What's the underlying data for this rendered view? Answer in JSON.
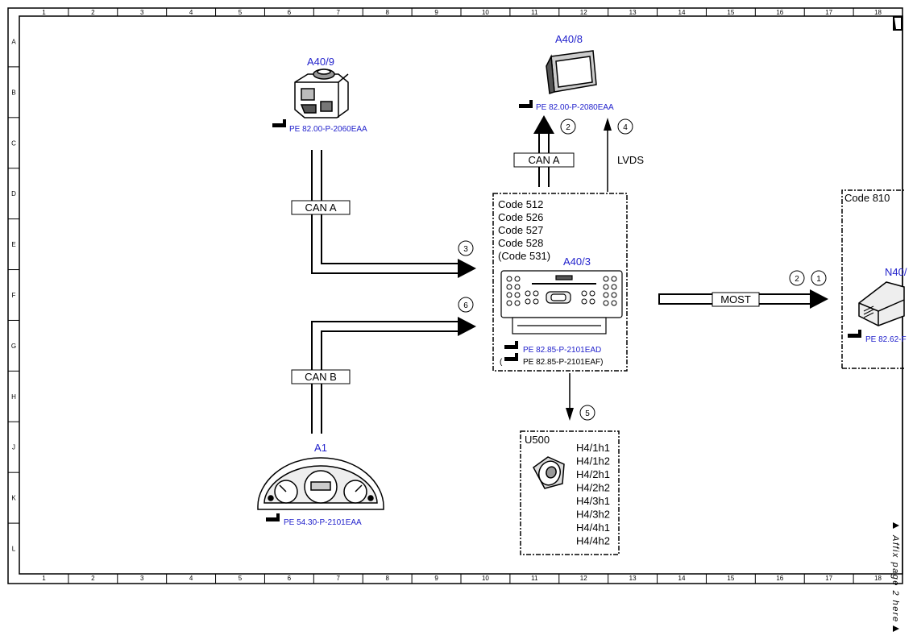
{
  "ruler": {
    "columns": [
      "1",
      "2",
      "3",
      "4",
      "5",
      "6",
      "7",
      "8",
      "9",
      "10",
      "11",
      "12",
      "13",
      "14",
      "15",
      "16",
      "17",
      "18"
    ],
    "rows": [
      "A",
      "B",
      "C",
      "D",
      "E",
      "F",
      "G",
      "H",
      "J",
      "K",
      "L"
    ]
  },
  "components": {
    "a40_9": {
      "id": "A40/9",
      "ref": "PE 82.00-P-2060EAA"
    },
    "a40_8": {
      "id": "A40/8",
      "ref": "PE 82.00-P-2080EAA"
    },
    "a40_3": {
      "id": "A40/3",
      "codes": [
        "Code 512",
        "Code 526",
        "Code 527",
        "Code 528",
        "(Code 531)"
      ],
      "ref1": "PE 82.85-P-2101EAD",
      "ref2_open": "(",
      "ref2": "PE 82.85-P-2101EAF)"
    },
    "a1": {
      "id": "A1",
      "ref": "PE 54.30-P-2101EAA"
    },
    "u500": {
      "id": "U500",
      "speakers": [
        "H4/1h1",
        "H4/1h2",
        "H4/2h1",
        "H4/2h2",
        "H4/3h1",
        "H4/3h2",
        "H4/4h1",
        "H4/4h2"
      ]
    },
    "n40": {
      "code": "Code 810",
      "id": "N40/",
      "ref": "PE 82.62-F"
    }
  },
  "buses": {
    "can_a_top": "CAN A",
    "can_a_left": "CAN A",
    "can_b": "CAN B",
    "lvds": "LVDS",
    "most": "MOST"
  },
  "markers": [
    "1",
    "2",
    "2",
    "3",
    "4",
    "5",
    "6"
  ],
  "side_note": "Affix page 2 here"
}
